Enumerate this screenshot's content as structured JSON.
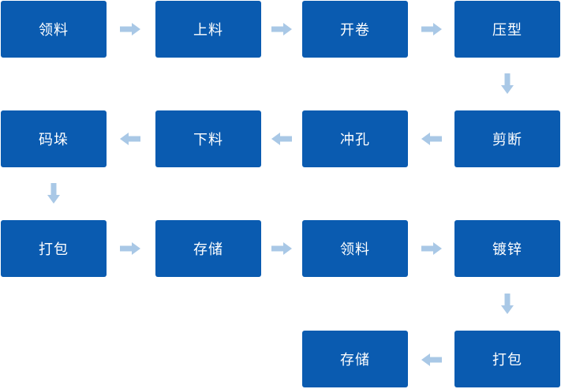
{
  "colors": {
    "box": "#0a5bb0",
    "text": "#ffffff",
    "arrow": "#a9c8e6"
  },
  "steps": [
    {
      "label": "领料"
    },
    {
      "label": "上料"
    },
    {
      "label": "开卷"
    },
    {
      "label": "压型"
    },
    {
      "label": "剪断"
    },
    {
      "label": "冲孔"
    },
    {
      "label": "下料"
    },
    {
      "label": "码垛"
    },
    {
      "label": "打包"
    },
    {
      "label": "存储"
    },
    {
      "label": "领料"
    },
    {
      "label": "镀锌"
    },
    {
      "label": "打包"
    },
    {
      "label": "存储"
    }
  ]
}
